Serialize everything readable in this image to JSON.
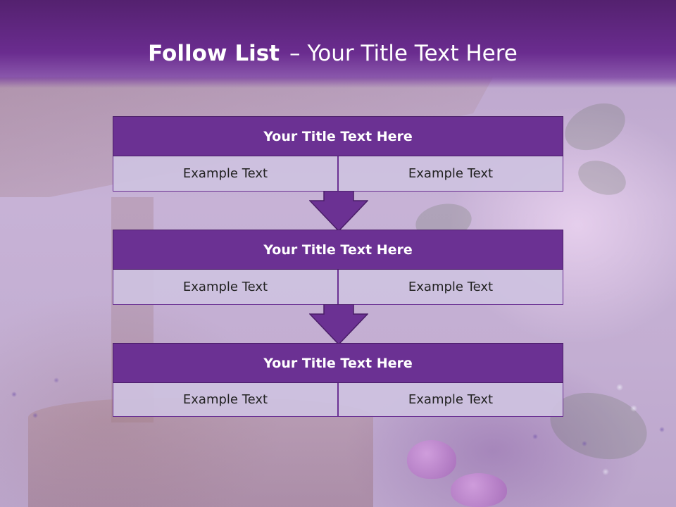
{
  "header": {
    "title_bold": "Follow List",
    "title_dash": "–",
    "title_rest": "Your Title Text Here"
  },
  "blocks": [
    {
      "title": "Your Title Text Here",
      "cells": [
        "Example Text",
        "Example Text"
      ]
    },
    {
      "title": "Your Title Text Here",
      "cells": [
        "Example Text",
        "Example Text"
      ]
    },
    {
      "title": "Your Title Text Here",
      "cells": [
        "Example Text",
        "Example Text"
      ]
    }
  ],
  "colors": {
    "header": "#5e2680",
    "block_title": "#6b3193",
    "cell_bg": "#cec2e0",
    "arrow": "#6b3193"
  },
  "icons": [
    "down-arrow-icon"
  ]
}
